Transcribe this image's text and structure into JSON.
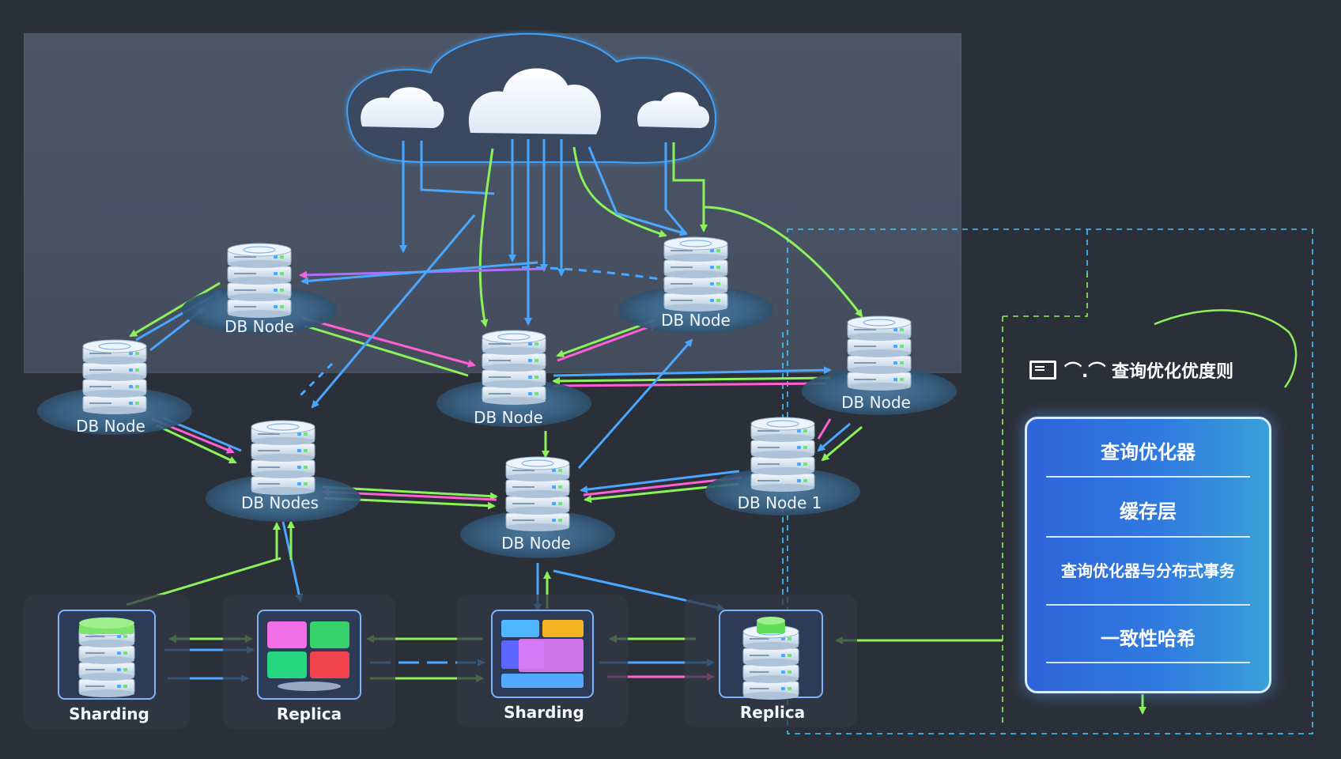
{
  "diagram": {
    "nodes": [
      {
        "id": "n1",
        "label": "DB Node"
      },
      {
        "id": "n2",
        "label": "DB Node"
      },
      {
        "id": "n3",
        "label": "DB Node"
      },
      {
        "id": "n4",
        "label": "DB Node"
      },
      {
        "id": "n5",
        "label": "DB Node"
      },
      {
        "id": "n6",
        "label": "DB Nodes"
      },
      {
        "id": "n7",
        "label": "DB Node"
      },
      {
        "id": "n8",
        "label": "DB Node 1"
      }
    ],
    "bottom": [
      {
        "label": "Sharding",
        "icon": "database-stack-icon"
      },
      {
        "label": "Replica",
        "icon": "replica-grid-icon"
      },
      {
        "label": "Sharding",
        "icon": "shard-blocks-icon"
      },
      {
        "label": "Replica",
        "icon": "database-stack-icon"
      }
    ],
    "panel": {
      "heading": "⌒.⌒ 查询优化优度则",
      "items": [
        "查询优化器",
        "缓存层",
        "查询优化器与分布式事务",
        "一致性哈希"
      ]
    },
    "colors": {
      "blue": "#4aa7ff",
      "green": "#8cf25a",
      "pink": "#ff5fd2",
      "cyan_dash": "#3fc6ff"
    }
  }
}
